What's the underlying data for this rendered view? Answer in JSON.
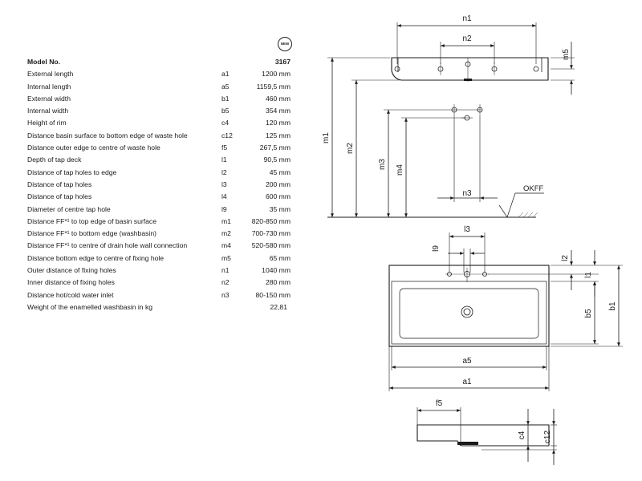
{
  "badge": "NEW",
  "header": {
    "label": "Model No.",
    "model": "3167"
  },
  "specs": [
    {
      "label": "External length",
      "code": "a1",
      "value": "1200 mm"
    },
    {
      "label": "Internal length",
      "code": "a5",
      "value": "1159,5 mm"
    },
    {
      "label": "External width",
      "code": "b1",
      "value": "460 mm"
    },
    {
      "label": "Internal width",
      "code": "b5",
      "value": "354 mm"
    },
    {
      "label": "Height of rim",
      "code": "c4",
      "value": "120 mm"
    },
    {
      "label": "Distance basin surface to bottom edge of waste hole",
      "code": "c12",
      "value": "125 mm"
    },
    {
      "label": "Distance outer edge to centre of waste hole",
      "code": "f5",
      "value": "267,5 mm"
    },
    {
      "label": "Depth of tap deck",
      "code": "l1",
      "value": "90,5 mm"
    },
    {
      "label": "Distance of tap holes to edge",
      "code": "l2",
      "value": "45 mm"
    },
    {
      "label": "Distance of tap holes",
      "code": "l3",
      "value": "200 mm"
    },
    {
      "label": "Distance of tap holes",
      "code": "l4",
      "value": "600 mm"
    },
    {
      "label": "Diameter of centre tap hole",
      "code": "l9",
      "value": "35 mm"
    },
    {
      "label": "Distance FF*¹ to top edge of basin surface",
      "code": "m1",
      "value": "820-850 mm"
    },
    {
      "label": "Distance FF*¹ to bottom edge (washbasin)",
      "code": "m2",
      "value": "700-730 mm"
    },
    {
      "label": "Distance FF*¹ to centre of drain hole wall connection",
      "code": "m4",
      "value": "520-580 mm"
    },
    {
      "label": "Distance bottom edge to centre of fixing hole",
      "code": "m5",
      "value": "65 mm"
    },
    {
      "label": "Outer distance of fixing holes",
      "code": "n1",
      "value": "1040 mm"
    },
    {
      "label": "Inner distance of fixing holes",
      "code": "n2",
      "value": "280 mm"
    },
    {
      "label": "Distance hot/cold water inlet",
      "code": "n3",
      "value": "80-150 mm"
    }
  ],
  "weight": {
    "label": "Weight of the enamelled washbasin in kg",
    "value": "22,81"
  },
  "drawing": {
    "floor_label": "OKFF",
    "dims": {
      "n1": "n1",
      "n2": "n2",
      "m5": "m5",
      "m1": "m1",
      "m2": "m2",
      "m3": "m3",
      "m4": "m4",
      "n3": "n3",
      "l3": "l3",
      "l9": "l9",
      "l2": "l2",
      "l1": "l1",
      "b5": "b5",
      "b1": "b1",
      "a5": "a5",
      "a1": "a1",
      "f5": "f5",
      "c4": "c4",
      "c12": "c12"
    }
  }
}
